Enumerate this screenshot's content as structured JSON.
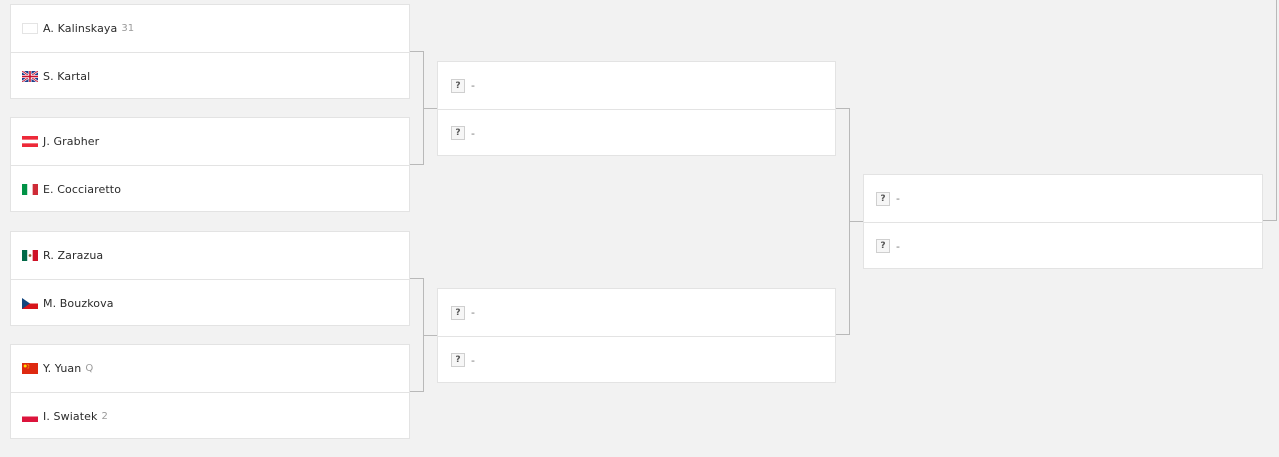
{
  "round1": {
    "match1": {
      "p1": {
        "name": "A. Kalinskaya",
        "seed": "31",
        "flag": "none-icon"
      },
      "p2": {
        "name": "S. Kartal",
        "seed": "",
        "flag": "gb-flag-icon"
      }
    },
    "match2": {
      "p1": {
        "name": "J. Grabher",
        "seed": "",
        "flag": "at-flag-icon"
      },
      "p2": {
        "name": "E. Cocciaretto",
        "seed": "",
        "flag": "it-flag-icon"
      }
    },
    "match3": {
      "p1": {
        "name": "R. Zarazua",
        "seed": "",
        "flag": "mx-flag-icon"
      },
      "p2": {
        "name": "M. Bouzkova",
        "seed": "",
        "flag": "cz-flag-icon"
      }
    },
    "match4": {
      "p1": {
        "name": "Y. Yuan",
        "seed": "Q",
        "flag": "cn-flag-icon"
      },
      "p2": {
        "name": "I. Swiatek",
        "seed": "2",
        "flag": "pl-flag-icon"
      }
    }
  },
  "placeholder": {
    "icon": "?",
    "name": "-"
  }
}
